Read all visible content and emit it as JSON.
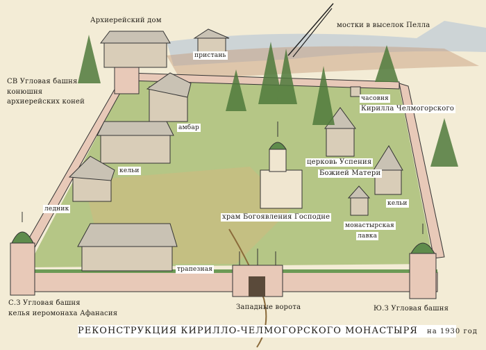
{
  "labels": {
    "bishops_house": "Архиерейский дом",
    "footbridge": "мостки в выселок Пелла",
    "pier": "пристань",
    "ne_tower": [
      "СВ Угловая башня",
      "конюшня",
      "архиерейских коней"
    ],
    "barn": "амбар",
    "chapel": [
      "часовня",
      "Кирилла Челмогорского"
    ],
    "cells_left": "кельи",
    "dormition_church": [
      "церковь Успения",
      "Божией Матери"
    ],
    "cells_right": "кельи",
    "icehouse": "ледник",
    "epiphany_church": "храм Богоявления Господне",
    "shop": [
      "монастырская",
      "лавка"
    ],
    "refectory": "трапезная",
    "nw_tower": [
      "С.З Угловая башня",
      "келья иеромонаха Афанасия"
    ],
    "west_gate": "Западные ворота",
    "sw_tower": "Ю.З Угловая башня"
  },
  "title": {
    "main": "РЕКОНСТРУКЦИЯ  КИРИЛЛО-ЧЕЛМОГОРСКОГО МОНАСТЫРЯ",
    "suffix": "на 1930 год"
  },
  "colors": {
    "paper": "#f3ecd6",
    "grass": "#a9bf78",
    "wall": "#e8c9b8",
    "roof": "#c9c2b4",
    "tree": "#4f7a3c",
    "dome": "#5f8c4c"
  }
}
